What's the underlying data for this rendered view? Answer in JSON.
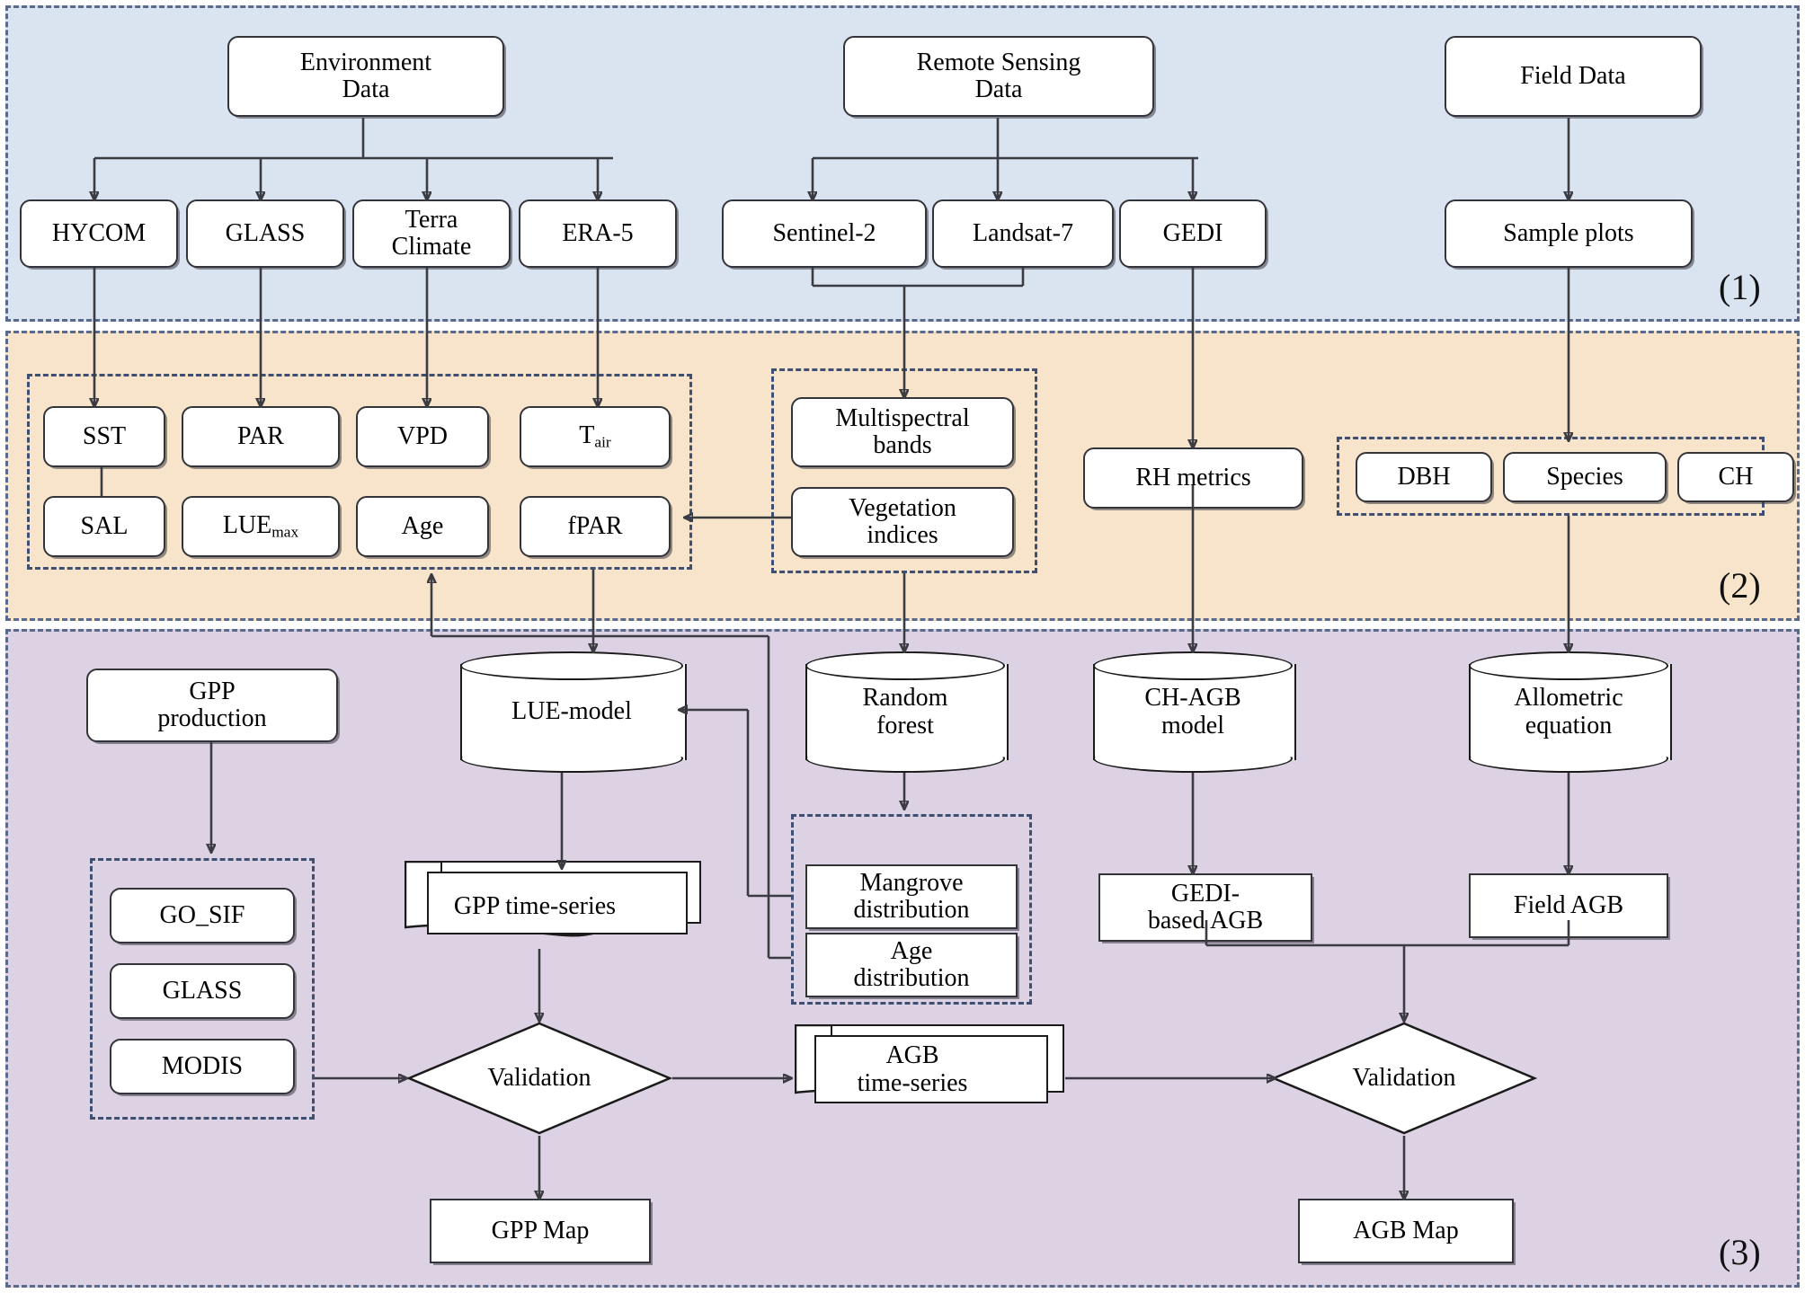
{
  "panels": [
    {
      "id": "data-sources",
      "number": "(1)",
      "color": "#dae3f0"
    },
    {
      "id": "variables",
      "number": "(2)",
      "color": "#f7e4ca"
    },
    {
      "id": "modelling",
      "number": "(3)",
      "color": "#ddd2e4"
    }
  ],
  "nodes": {
    "environment_data": "Environment\nData",
    "remote_sensing_data": "Remote Sensing\nData",
    "field_data": "Field Data",
    "hycom": "HYCOM",
    "glass": "GLASS",
    "terra_climate": "Terra\nClimate",
    "era5": "ERA-5",
    "sentinel2": "Sentinel-2",
    "landsat7": "Landsat-7",
    "gedi": "GEDI",
    "sample_plots": "Sample plots",
    "sst": "SST",
    "par": "PAR",
    "vpd": "VPD",
    "tair_base": "T",
    "tair_sub": "air",
    "sal": "SAL",
    "lue_max_base": "LUE",
    "lue_max_sub": "max",
    "age": "Age",
    "fpar": "fPAR",
    "multispectral_bands": "Multispectral\nbands",
    "vegetation_indices": "Vegetation\nindices",
    "rh_metrics": "RH metrics",
    "dbh": "DBH",
    "species": "Species",
    "ch": "CH",
    "gpp_production": "GPP\nproduction",
    "go_sif": "GO_SIF",
    "glass_gpp": "GLASS",
    "modis": "MODIS",
    "lue_model": "LUE-model",
    "random_forest": "Random\nforest",
    "ch_agb_model": "CH-AGB\nmodel",
    "allometric_equation": "Allometric\nequation",
    "gpp_time_series": "GPP time-series",
    "mangrove_distribution": "Mangrove\ndistribution",
    "age_distribution": "Age\ndistribution",
    "gedi_based_agb": "GEDI-\nbased AGB",
    "field_agb": "Field AGB",
    "validation_gpp": "Validation",
    "validation_agb": "Validation",
    "agb_time_series": "AGB\ntime-series",
    "gpp_map": "GPP Map",
    "agb_map": "AGB Map"
  },
  "colors": {
    "panel_1": "#dae3f0",
    "panel_2": "#f7e4ca",
    "panel_3": "#ddd2e4",
    "node_fill": "#ffffff",
    "node_border": "#33343a",
    "group_border": "#3f4f72",
    "connector": "#3b3b42"
  }
}
